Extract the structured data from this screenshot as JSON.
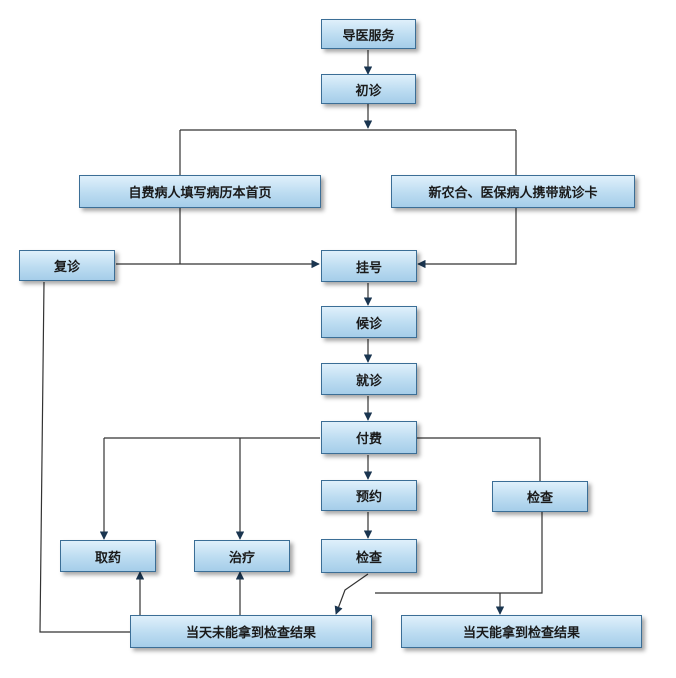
{
  "nodes": {
    "daoyi": "导医服务",
    "chuzhen": "初诊",
    "zifei": "自费病人填写病历本首页",
    "xinnonghe": "新农合、医保病人携带就诊卡",
    "fuzhen": "复诊",
    "guahao": "挂号",
    "houzhen": "候诊",
    "jiuzhen": "就诊",
    "fufei": "付费",
    "yuyue": "预约",
    "jiancha_right": "检查",
    "quyao": "取药",
    "zhiliao": "治疗",
    "jiancha_mid": "检查",
    "weineng": "当天未能拿到检查结果",
    "neng": "当天能拿到检查结果"
  },
  "colors": {
    "box_border": "#3b6e96",
    "box_fill_top": "#dff0fb",
    "box_fill_bottom": "#a5cde9",
    "line": "#333333"
  }
}
